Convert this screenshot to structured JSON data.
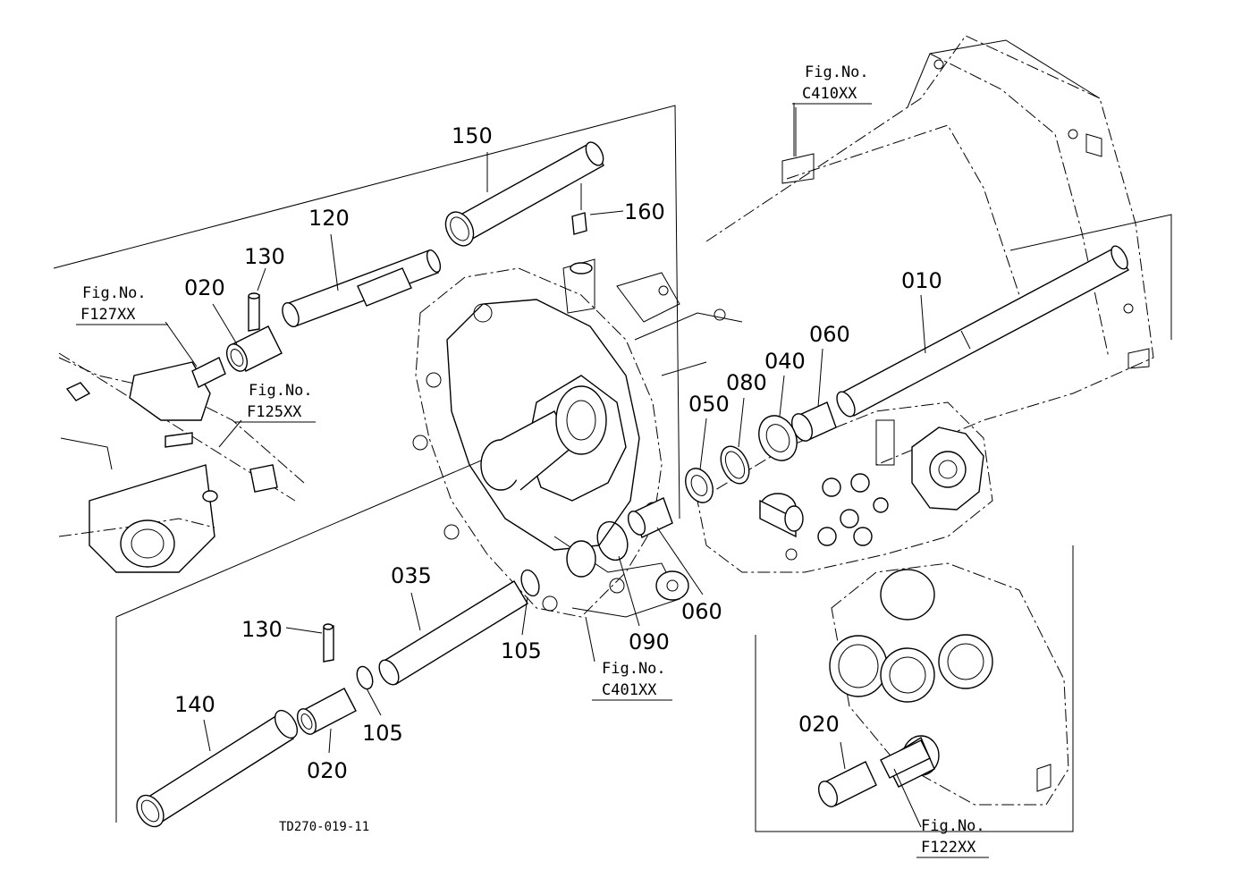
{
  "diagram_code": "TD270-019-11",
  "callouts": {
    "p150": "150",
    "p160": "160",
    "p120": "120",
    "p130_top": "130",
    "p020_top": "020",
    "p010": "010",
    "p060_top": "060",
    "p040": "040",
    "p080": "080",
    "p050": "050",
    "p035": "035",
    "p105_mid": "105",
    "p090": "090",
    "p060_mid": "060",
    "p130_bot": "130",
    "p140": "140",
    "p105_bot": "105",
    "p020_bot": "020",
    "p020_right": "020"
  },
  "fig_refs": {
    "c410": {
      "label": "Fig.No.",
      "code": "C410XX"
    },
    "f127": {
      "label": "Fig.No.",
      "code": "F127XX"
    },
    "f125": {
      "label": "Fig.No.",
      "code": "F125XX"
    },
    "c401": {
      "label": "Fig.No.",
      "code": "C401XX"
    },
    "f122": {
      "label": "Fig.No.",
      "code": "F122XX"
    }
  }
}
